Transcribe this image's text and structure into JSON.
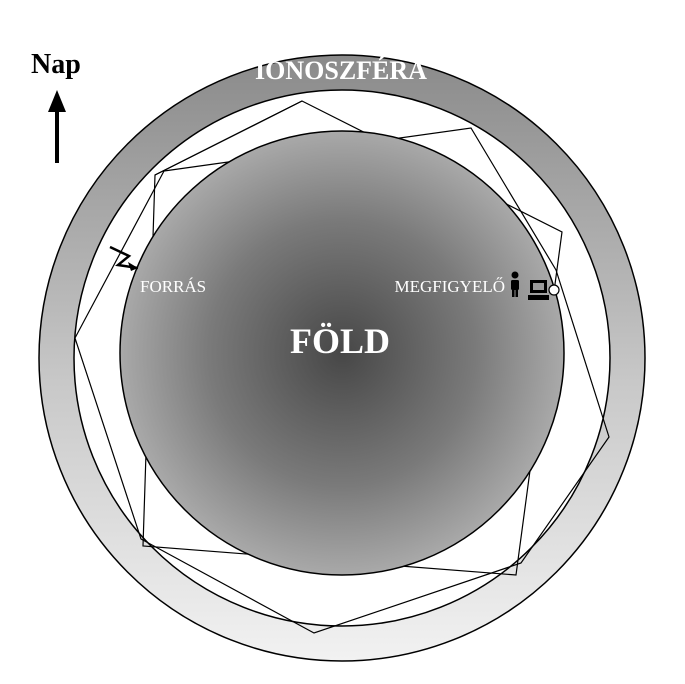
{
  "diagram": {
    "sun_label": "Nap",
    "ionosphere_label": "IONOSZFÉRA",
    "earth_label": "FÖLD",
    "source_label": "FORRÁS",
    "observer_label": "MEGFIGYELŐ",
    "icons": [
      "sun-direction-arrow-icon",
      "lightning-bolt-icon",
      "person-icon",
      "computer-monitor-icon"
    ],
    "colors": {
      "ionosphere_outer": "#f0f0f0",
      "ionosphere_inner": "#8c8c8c",
      "earth_center": "#4a4a4a",
      "earth_edge": "#a8a8a8",
      "line": "#000000",
      "label_light": "#ffffff"
    }
  }
}
